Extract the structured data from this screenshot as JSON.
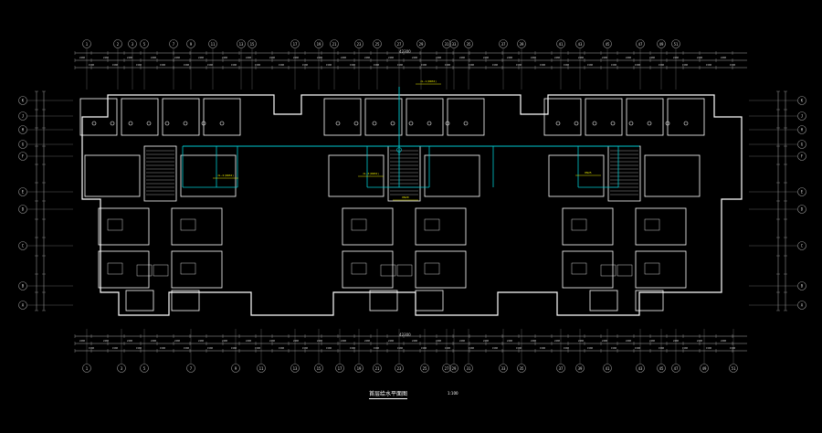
{
  "drawing": {
    "caption": "首层给水平面图",
    "scale_note": "1:100",
    "colors": {
      "background": "#000000",
      "walls": "#ffffff",
      "dims": "#d8d8d8",
      "grid": "#9a9a9a",
      "pipe": "#00c8d0",
      "annotation": "#e8e800"
    },
    "top_axes": [
      "1",
      "2",
      "3",
      "5",
      "7",
      "9",
      "11",
      "13",
      "15",
      "17",
      "19",
      "21",
      "23",
      "25",
      "27",
      "29",
      "31",
      "33",
      "35",
      "37",
      "39",
      "41",
      "43",
      "45",
      "47",
      "49",
      "51"
    ],
    "bottom_axes": [
      "1",
      "3",
      "5",
      "7",
      "9",
      "11",
      "13",
      "15",
      "17",
      "19",
      "21",
      "23",
      "25",
      "27",
      "29",
      "31",
      "33",
      "35",
      "37",
      "39",
      "41",
      "43",
      "45",
      "47",
      "49",
      "51"
    ],
    "side_axes": [
      "K",
      "J",
      "H",
      "G",
      "F",
      "E",
      "D",
      "C",
      "B",
      "A"
    ],
    "overall_top": "42300",
    "overall_bottom": "42300",
    "annotations": [
      "JL-1(DN32)",
      "JL-2(DN32)",
      "JL-3(DN32)",
      "DN25",
      "DN20"
    ]
  }
}
